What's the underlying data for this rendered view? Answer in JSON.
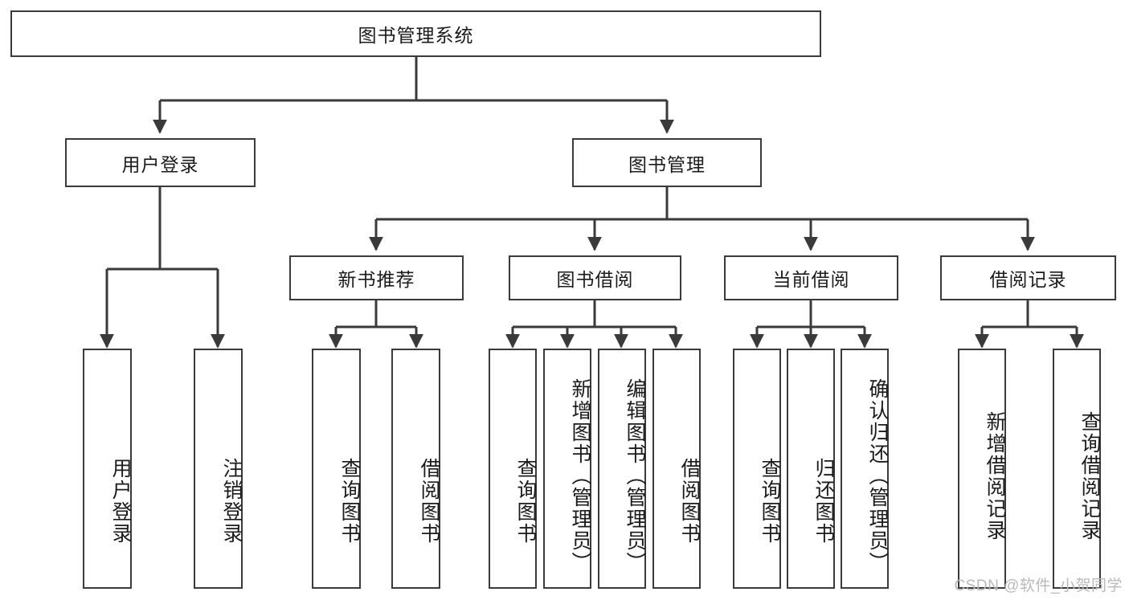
{
  "diagram": {
    "type": "tree-hierarchy",
    "title": "图书管理系统",
    "watermark": "CSDN @软件_小贺同学",
    "colors": {
      "stroke": "#3a3a3a",
      "fill": "#ffffff",
      "text": "#1b1b1b",
      "watermark": "#b9b9b9"
    },
    "levels": {
      "root": {
        "label": "图书管理系统"
      },
      "level2": [
        {
          "id": "user-login",
          "label": "用户登录"
        },
        {
          "id": "book-manage",
          "label": "图书管理"
        }
      ],
      "level3": [
        {
          "id": "new-book-recommend",
          "label": "新书推荐",
          "parent": "book-manage"
        },
        {
          "id": "book-borrow",
          "label": "图书借阅",
          "parent": "book-manage"
        },
        {
          "id": "current-borrow",
          "label": "当前借阅",
          "parent": "book-manage"
        },
        {
          "id": "borrow-record",
          "label": "借阅记录",
          "parent": "book-manage"
        }
      ],
      "leaves": [
        {
          "id": "leaf-user-login",
          "label": "用户登录",
          "parent": "user-login"
        },
        {
          "id": "leaf-user-logout",
          "label": "注销登录",
          "parent": "user-login"
        },
        {
          "id": "leaf-query-book-1",
          "label": "查询图书",
          "parent": "new-book-recommend"
        },
        {
          "id": "leaf-borrow-book-1",
          "label": "借阅图书",
          "parent": "new-book-recommend"
        },
        {
          "id": "leaf-query-book-2",
          "label": "查询图书",
          "parent": "book-borrow"
        },
        {
          "id": "leaf-add-book",
          "label": "新增图书（管理员）",
          "parent": "book-borrow"
        },
        {
          "id": "leaf-edit-book",
          "label": "编辑图书（管理员）",
          "parent": "book-borrow"
        },
        {
          "id": "leaf-borrow-book-2",
          "label": "借阅图书",
          "parent": "book-borrow"
        },
        {
          "id": "leaf-query-book-3",
          "label": "查询图书",
          "parent": "current-borrow"
        },
        {
          "id": "leaf-return-book",
          "label": "归还图书",
          "parent": "current-borrow"
        },
        {
          "id": "leaf-confirm-return",
          "label": "确认归还（管理员）",
          "parent": "current-borrow"
        },
        {
          "id": "leaf-add-record",
          "label": "新增借阅记录",
          "parent": "borrow-record"
        },
        {
          "id": "leaf-query-record",
          "label": "查询借阅记录",
          "parent": "borrow-record"
        }
      ]
    }
  }
}
